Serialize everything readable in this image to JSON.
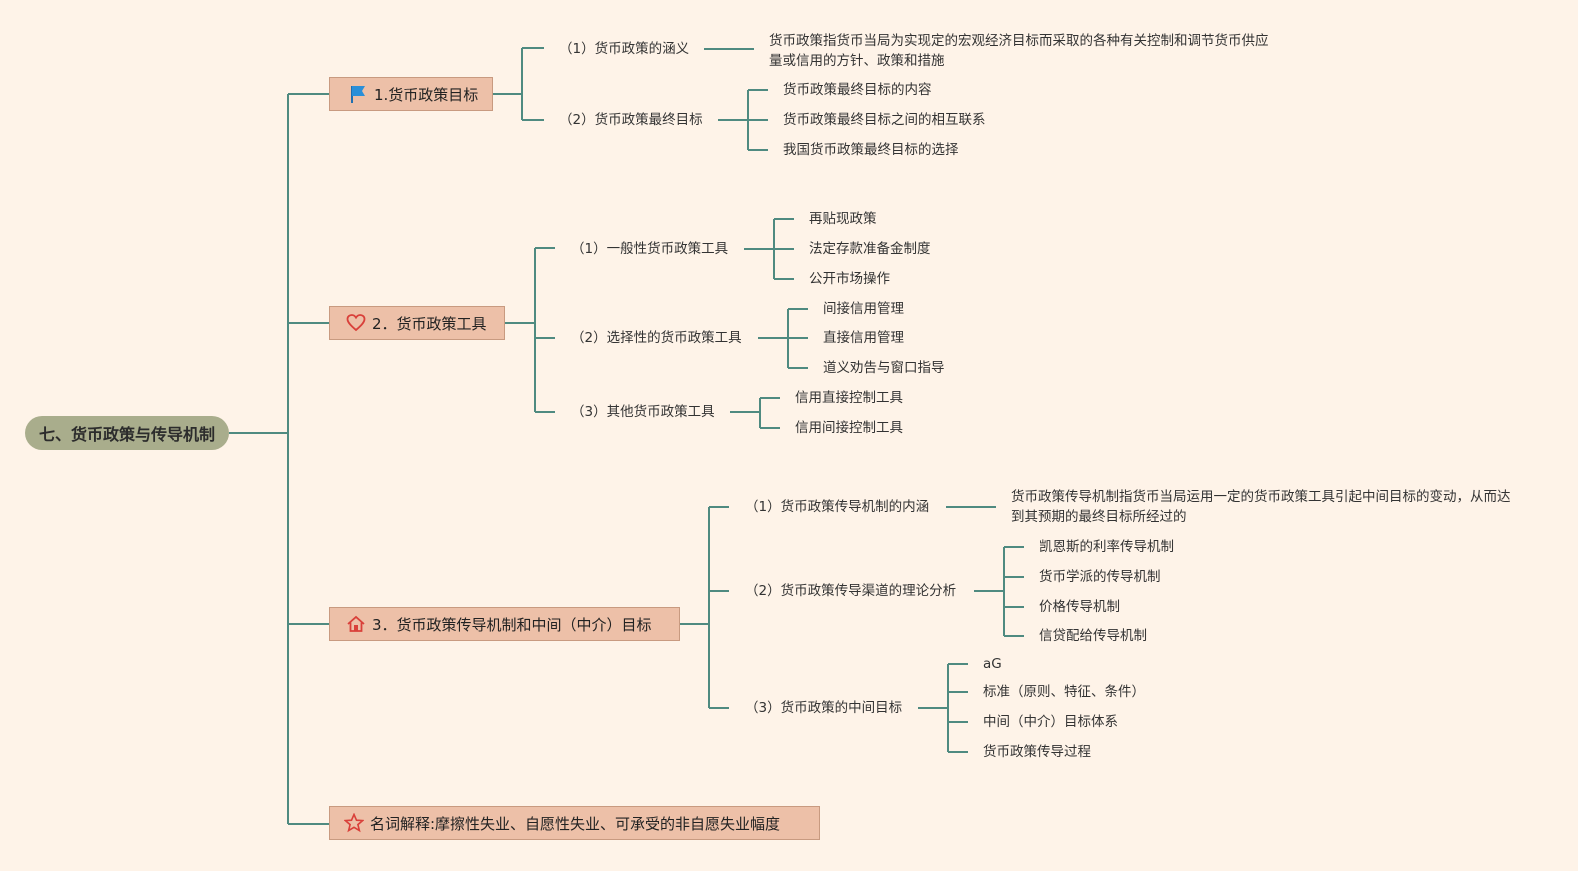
{
  "root": {
    "label": "七、货币政策与传导机制"
  },
  "branches": [
    {
      "label": "1.货币政策目标",
      "icon": "flag-icon",
      "children": [
        {
          "label": "（1）货币政策的涵义",
          "detail": "货币政策指货币当局为实现定的宏观经济目标而采取的各种有关控制和调节货币供应量或信用的方针、政策和措施"
        },
        {
          "label": "（2）货币政策最终目标",
          "items": [
            "货币政策最终目标的内容",
            "货币政策最终目标之间的相互联系",
            "我国货币政策最终目标的选择"
          ]
        }
      ]
    },
    {
      "label": "2．货币政策工具",
      "icon": "heart-icon",
      "children": [
        {
          "label": "（1）一般性货币政策工具",
          "items": [
            "再贴现政策",
            "法定存款准备金制度",
            "公开市场操作"
          ]
        },
        {
          "label": "（2）选择性的货币政策工具",
          "items": [
            "间接信用管理",
            "直接信用管理",
            "道义劝告与窗口指导"
          ]
        },
        {
          "label": "（3）其他货币政策工具",
          "items": [
            "信用直接控制工具",
            "信用间接控制工具"
          ]
        }
      ]
    },
    {
      "label": "3．货币政策传导机制和中间（中介）目标",
      "icon": "home-icon",
      "children": [
        {
          "label": "（1）货币政策传导机制的内涵",
          "detail": "货币政策传导机制指货币当局运用一定的货币政策工具引起中间目标的变动，从而达到其预期的最终目标所经过的"
        },
        {
          "label": "（2）货币政策传导渠道的理论分析",
          "items": [
            "凯恩斯的利率传导机制",
            "货币学派的传导机制",
            "价格传导机制",
            "信贷配给传导机制"
          ]
        },
        {
          "label": "（3）货币政策的中间目标",
          "items": [
            "aG",
            "标准（原则、特征、条件）",
            "中间（中介）目标体系",
            "货币政策传导过程"
          ]
        }
      ]
    },
    {
      "label": "名词解释:摩擦性失业、自愿性失业、可承受的非自愿失业幅度",
      "icon": "star-icon",
      "children": []
    }
  ],
  "colors": {
    "background": "#fef3e8",
    "line": "#4f8a80",
    "root": "#a9ad8c",
    "branch": "#edc0a8",
    "flag": "#2a8fd8",
    "accent": "#d9403a"
  }
}
